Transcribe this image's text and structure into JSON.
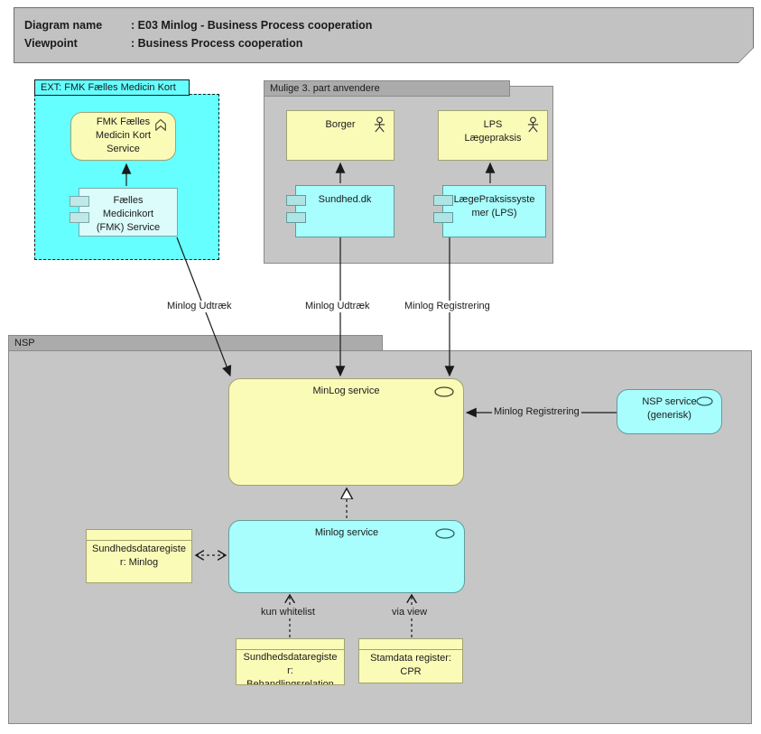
{
  "title_block": {
    "rows": [
      {
        "label": "Diagram name",
        "sep": ":",
        "value": "E03 Minlog - Business Process cooperation"
      },
      {
        "label": "Viewpoint",
        "sep": ":",
        "value": "Business Process cooperation"
      }
    ]
  },
  "groups": {
    "ext_fmk": {
      "label": "EXT: FMK Fælles Medicin Kort"
    },
    "third_party": {
      "label": "Mulige 3. part anvendere"
    },
    "nsp": {
      "label": "NSP"
    }
  },
  "nodes": {
    "fmk_service": {
      "lines": [
        "FMK Fælles",
        "Medicin Kort",
        "Service"
      ]
    },
    "fmk_component": {
      "lines": [
        "Fælles",
        "Medicinkort",
        "(FMK) Service"
      ]
    },
    "borger": {
      "label": "Borger"
    },
    "lps_actor": {
      "lines": [
        "LPS",
        "Lægepraksis"
      ]
    },
    "sundhed_dk": {
      "label": "Sundhed.dk"
    },
    "lps_component": {
      "lines": [
        "LægePraksissyste",
        "mer (LPS)"
      ]
    },
    "minlog_service_main": {
      "label": "MinLog service"
    },
    "nsp_service_generic": {
      "lines": [
        "NSP service",
        "(generisk)"
      ]
    },
    "minlog_service_impl": {
      "label": "Minlog service"
    },
    "register_minlog": {
      "lines": [
        "Sundhedsdataregiste",
        "r: Minlog"
      ]
    },
    "register_behandling": {
      "lines": [
        "Sundhedsdataregiste",
        "r:",
        "Behandlingsrelation"
      ]
    },
    "register_cpr": {
      "lines": [
        "Stamdata register:",
        "CPR"
      ]
    }
  },
  "connectors": {
    "fmk_udtraek": "Minlog Udtræk",
    "sundhed_udtraek": "Minlog Udtræk",
    "lps_registrering": "Minlog Registrering",
    "nsp_registrering": "Minlog Registrering",
    "kun_whitelist": "kun whitelist",
    "via_view": "via view"
  },
  "colors": {
    "yellow_fill": "#FBFBB8",
    "cyan_fill": "#A8FDFD",
    "ext_group_fill": "#66FFFF",
    "group_body_fill": "#C6C6C6",
    "group_tab_fill": "#ABABAB",
    "title_fill": "#C2C2C2"
  }
}
